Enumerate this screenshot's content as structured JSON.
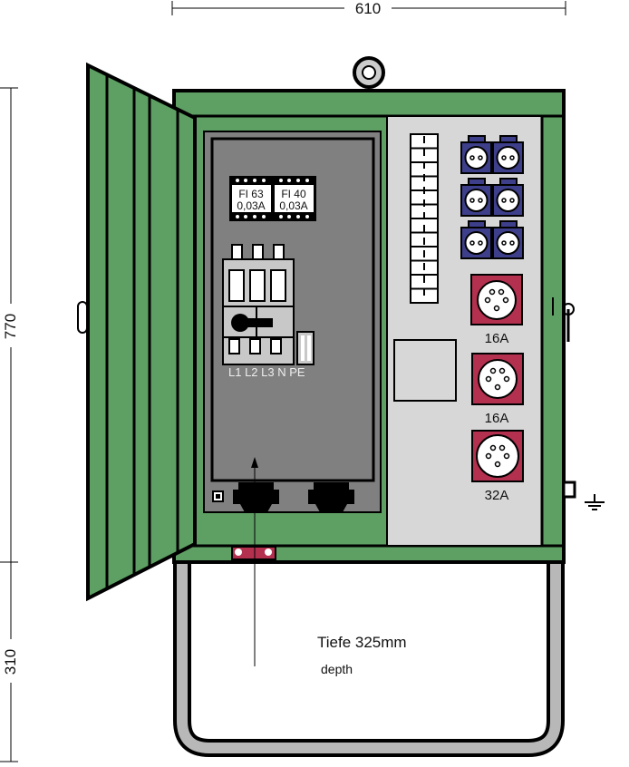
{
  "dimensions": {
    "width": "610",
    "height_cabinet": "770",
    "height_stand": "310",
    "depth_label": "Tiefe 325mm",
    "depth_sublabel": "depth"
  },
  "rcd": [
    {
      "name": "FI 63",
      "rating": "0,03A"
    },
    {
      "name": "FI 40",
      "rating": "0,03A"
    }
  ],
  "terminal_labels": "L1 L2 L3 N PE",
  "cee_sockets": [
    {
      "rating": "16A"
    },
    {
      "rating": "16A"
    },
    {
      "rating": "32A"
    }
  ],
  "colors": {
    "housing": "#5e9f63",
    "panel_gray": "#808080",
    "right_panel": "#d7d7d7",
    "schuko": "#3e3f8a",
    "cee": "#b3304f"
  }
}
